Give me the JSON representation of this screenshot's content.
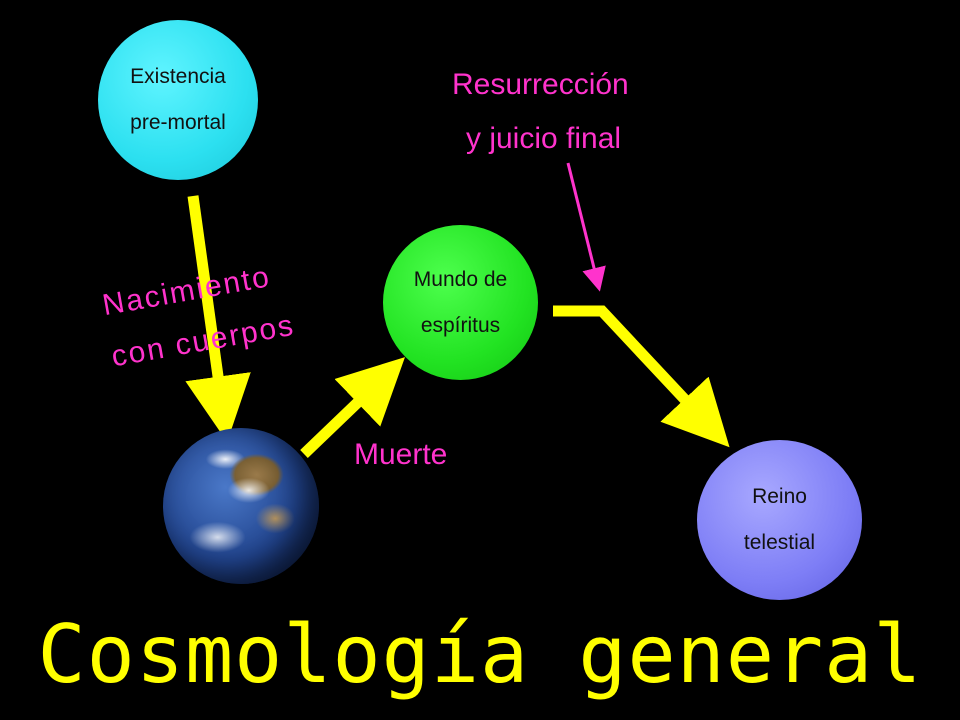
{
  "title": "Cosmología general",
  "nodes": {
    "pre_mortal": {
      "line1": "Existencia",
      "line2": "pre-mortal"
    },
    "spirit_world": {
      "line1": "Mundo de",
      "line2": "espíritus"
    },
    "kingdom": {
      "line1": "Reino",
      "line2": "telestial"
    },
    "earth": {
      "icon": "earth-globe-image"
    }
  },
  "labels": {
    "resurrection_line1": "Resurrección",
    "resurrection_line2": "y juicio final",
    "birth_line1": "Nacimiento",
    "birth_line2": "con cuerpos",
    "death": "Muerte"
  },
  "colors": {
    "background": "#000000",
    "arrow": "#ffff00",
    "label_text": "#ff33cc",
    "title_text": "#ffff00",
    "pre_mortal": "#2ce0f0",
    "spirit_world": "#22e322",
    "kingdom": "#7e7ef6"
  }
}
